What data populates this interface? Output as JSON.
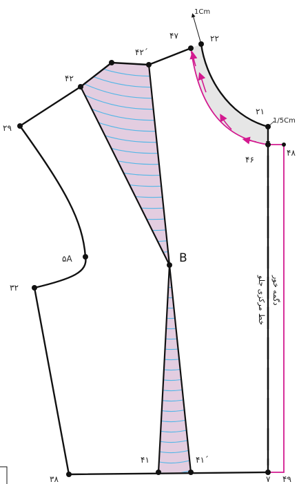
{
  "colors": {
    "outline": "#111111",
    "dart_fill": "#e3cde0",
    "dart_lines": "#53b6e6",
    "neck_fill": "#e6e6e6",
    "magenta": "#d3198f"
  },
  "labels": {
    "p22": "۲۲",
    "p47": "۴۷",
    "p42p": "۴۲΄",
    "p42": "۴۲",
    "p29": "۲۹",
    "p21": "۲۱",
    "p48": "۴۸",
    "p46": "۴۶",
    "p5a": "۵A",
    "pB": "B",
    "p32": "۳۲",
    "p41": "۴۱",
    "p41p": "۴۱΄",
    "p38": "۳۸",
    "p7": "۷",
    "p49": "۴۹"
  },
  "annotations": {
    "one_cm": "1Cm",
    "one_half_cm": "1/5Cm"
  },
  "vertical_text": {
    "center_front": "خط مرکزی جلو",
    "button_edge": "دگمه خور"
  }
}
